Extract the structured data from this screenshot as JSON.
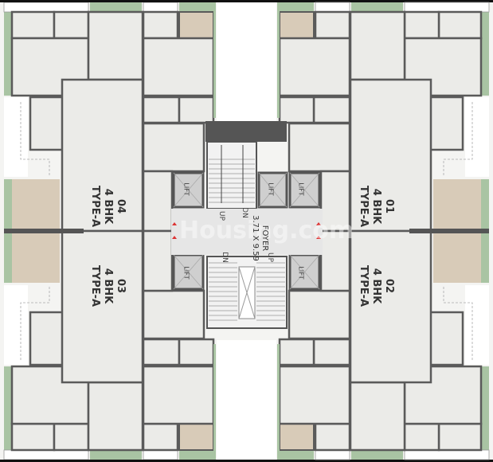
{
  "units": [
    {
      "number": "04",
      "config": "4 BHK",
      "type": "TYPE-A"
    },
    {
      "number": "01",
      "config": "4 BHK",
      "type": "TYPE-A"
    },
    {
      "number": "03",
      "config": "4 BHK",
      "type": "TYPE-A"
    },
    {
      "number": "02",
      "config": "4 BHK",
      "type": "TYPE-A"
    }
  ],
  "lift_label": "LIFT",
  "stairs": {
    "up": "UP",
    "down": "DN"
  },
  "foyer": {
    "label": "FOYER",
    "dimensions": "3.71 X 9.59"
  },
  "watermark": "Housing.com",
  "colors": {
    "wall": "#5a5a5a",
    "room": "#ebebe8",
    "garden": "#a9c4a3",
    "deck": "#d8cbb8",
    "lift": "#cfcfcf"
  }
}
